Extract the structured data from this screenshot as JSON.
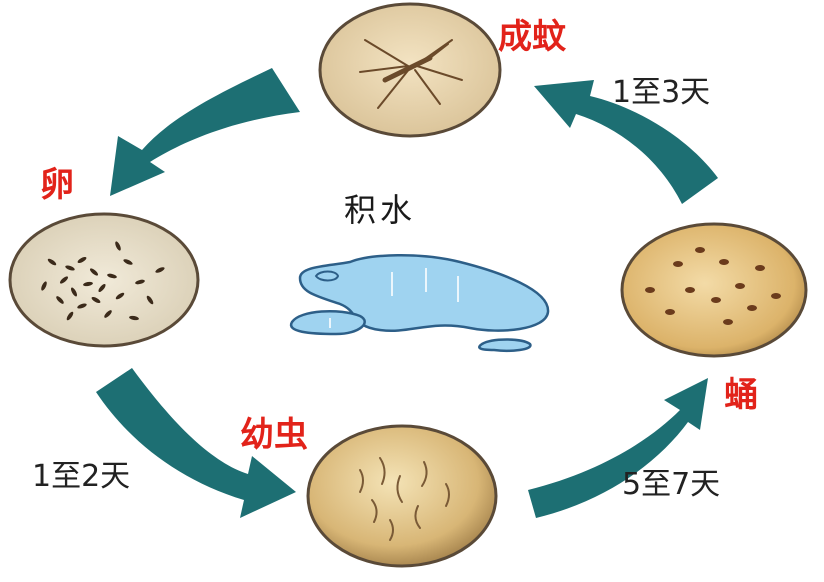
{
  "stages": {
    "adult": "成蚊",
    "egg": "卵",
    "larva": "幼虫",
    "pupa": "蛹"
  },
  "durations": {
    "pupa_to_adult": "1至3天",
    "egg_to_larva": "1至2天",
    "larva_to_pupa": "5至7天"
  },
  "center": {
    "label": "积水"
  },
  "colors": {
    "stage_label": "#e2231a",
    "arrow": "#1d6f73",
    "water": "#9fd3f0",
    "dish_border": "#5a4a38"
  }
}
